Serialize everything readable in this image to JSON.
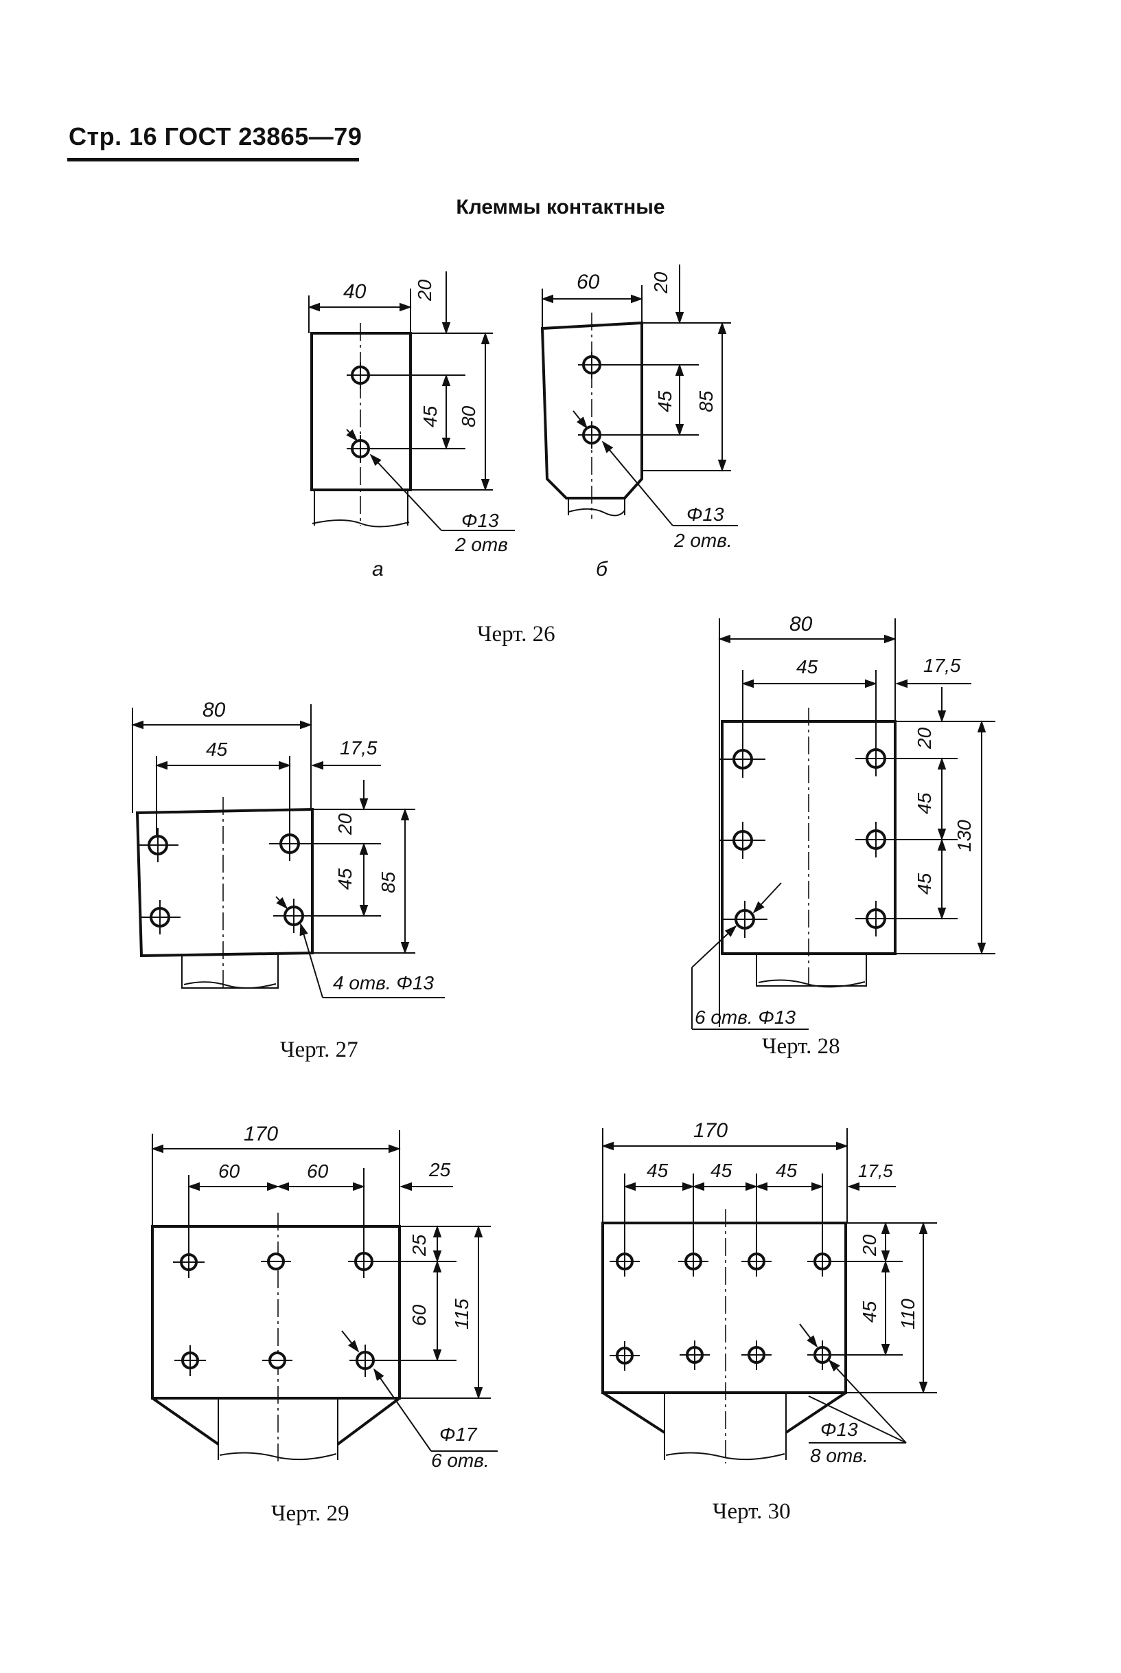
{
  "header": {
    "text": "Стр. 16 ГОСТ 23865—79"
  },
  "section_title": "Клеммы контактные",
  "fig26": {
    "caption": "Черт. 26",
    "a": {
      "width": "40",
      "top": "20",
      "pitch": "45",
      "height": "80",
      "hole": "Φ13",
      "count": "2 отв",
      "label": "а"
    },
    "b": {
      "width": "60",
      "top": "20",
      "pitch": "45",
      "height": "85",
      "hole": "Φ13",
      "count": "2 отв.",
      "label": "б"
    }
  },
  "fig27": {
    "caption": "Черт. 27",
    "width": "80",
    "pitch_x": "45",
    "margin": "17,5",
    "top": "20",
    "pitch_y": "45",
    "height": "85",
    "holes": "4 отв. Φ13"
  },
  "fig28": {
    "caption": "Черт. 28",
    "width": "80",
    "pitch_x": "45",
    "margin": "17,5",
    "top": "20",
    "pitch_y1": "45",
    "pitch_y2": "45",
    "height": "130",
    "holes": "6 отв. Φ13"
  },
  "fig29": {
    "caption": "Черт. 29",
    "width": "170",
    "pitch_x1": "60",
    "pitch_x2": "60",
    "margin": "25",
    "top": "25",
    "pitch_y": "60",
    "height": "115",
    "hole": "Φ17",
    "count": "6 отв."
  },
  "fig30": {
    "caption": "Черт. 30",
    "width": "170",
    "pitch_x1": "45",
    "pitch_x2": "45",
    "pitch_x3": "45",
    "margin": "17,5",
    "top": "20",
    "pitch_y": "45",
    "height": "110",
    "hole": "Φ13",
    "count": "8 отв."
  }
}
